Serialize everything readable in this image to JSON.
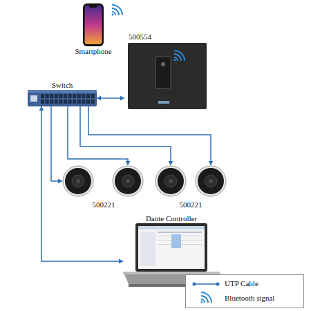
{
  "diagram": {
    "nodes": [
      {
        "text": [
          "Smartphone"
        ]
      },
      {
        "text": [
          "500554"
        ]
      },
      {
        "text": [
          "Switch"
        ]
      },
      {
        "text": []
      },
      {
        "text": []
      },
      {
        "text": []
      },
      {
        "text": []
      },
      {
        "text": [
          "Dante Controller"
        ]
      }
    ],
    "edges": [
      {
        "from": 2,
        "to": 1,
        "arrow": "both"
      },
      {
        "from": 2,
        "to": 3,
        "arrow": "to"
      },
      {
        "from": 2,
        "to": 4,
        "arrow": "to"
      },
      {
        "from": 2,
        "to": 5,
        "arrow": "to"
      },
      {
        "from": 2,
        "to": 6,
        "arrow": "to"
      },
      {
        "from": 2,
        "to": 7,
        "arrow": "both"
      }
    ],
    "labels": [
      "500221",
      "500221"
    ],
    "legend": [
      {
        "text": "UTP Cable"
      },
      {
        "text": "Bluetooth signal"
      }
    ]
  }
}
